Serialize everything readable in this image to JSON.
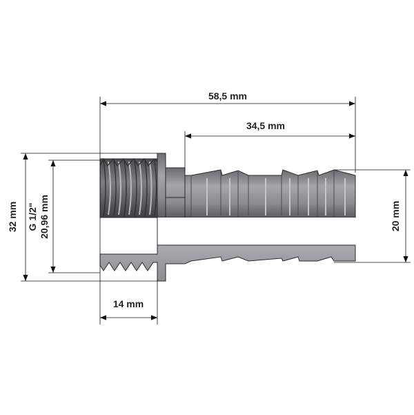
{
  "dimensions": {
    "total_length": "58,5 mm",
    "barb_length": "34,5 mm",
    "outer_diameter": "32 mm",
    "thread_size": "G 1/2\"",
    "thread_diameter": "20,96 mm",
    "thread_length": "14 mm",
    "barb_diameter": "20 mm"
  },
  "colors": {
    "background": "#ffffff",
    "body_fill": "#8a8c90",
    "body_dark": "#55575b",
    "body_light": "#b0b2b6",
    "section_fill": "#9a9ca0",
    "outline": "#2a2a2a",
    "dimension_line": "#111111"
  }
}
